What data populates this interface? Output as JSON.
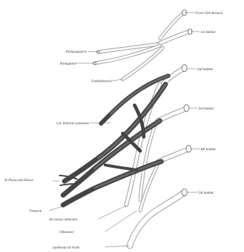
{
  "labels": {
    "from_12th_thoracic": "From 12th thoracic",
    "first_lumbar": "1st lumbar",
    "iliohypogastric": "Iliohypogastric",
    "ilioinguinal": "Ilioinguinal",
    "genitofemoral": "Genitofemoral",
    "second_lumbar": "2nd lumbar",
    "lat_femoral_cutaneous": "Lat. femoral cutaneous",
    "third_lumbar": "3rd lumbar",
    "fourth_lumbar": "4th lumbar",
    "to_psoas_and_iliacus": "To Psoas and Iliacus",
    "femoral": "Femoral",
    "accessory_obturator": "Accessory obturator",
    "obturator": "Obturator",
    "fifth_lumbar": "5th lumbar",
    "lumbosacral_trunk": "Lumbosacral trunk"
  }
}
